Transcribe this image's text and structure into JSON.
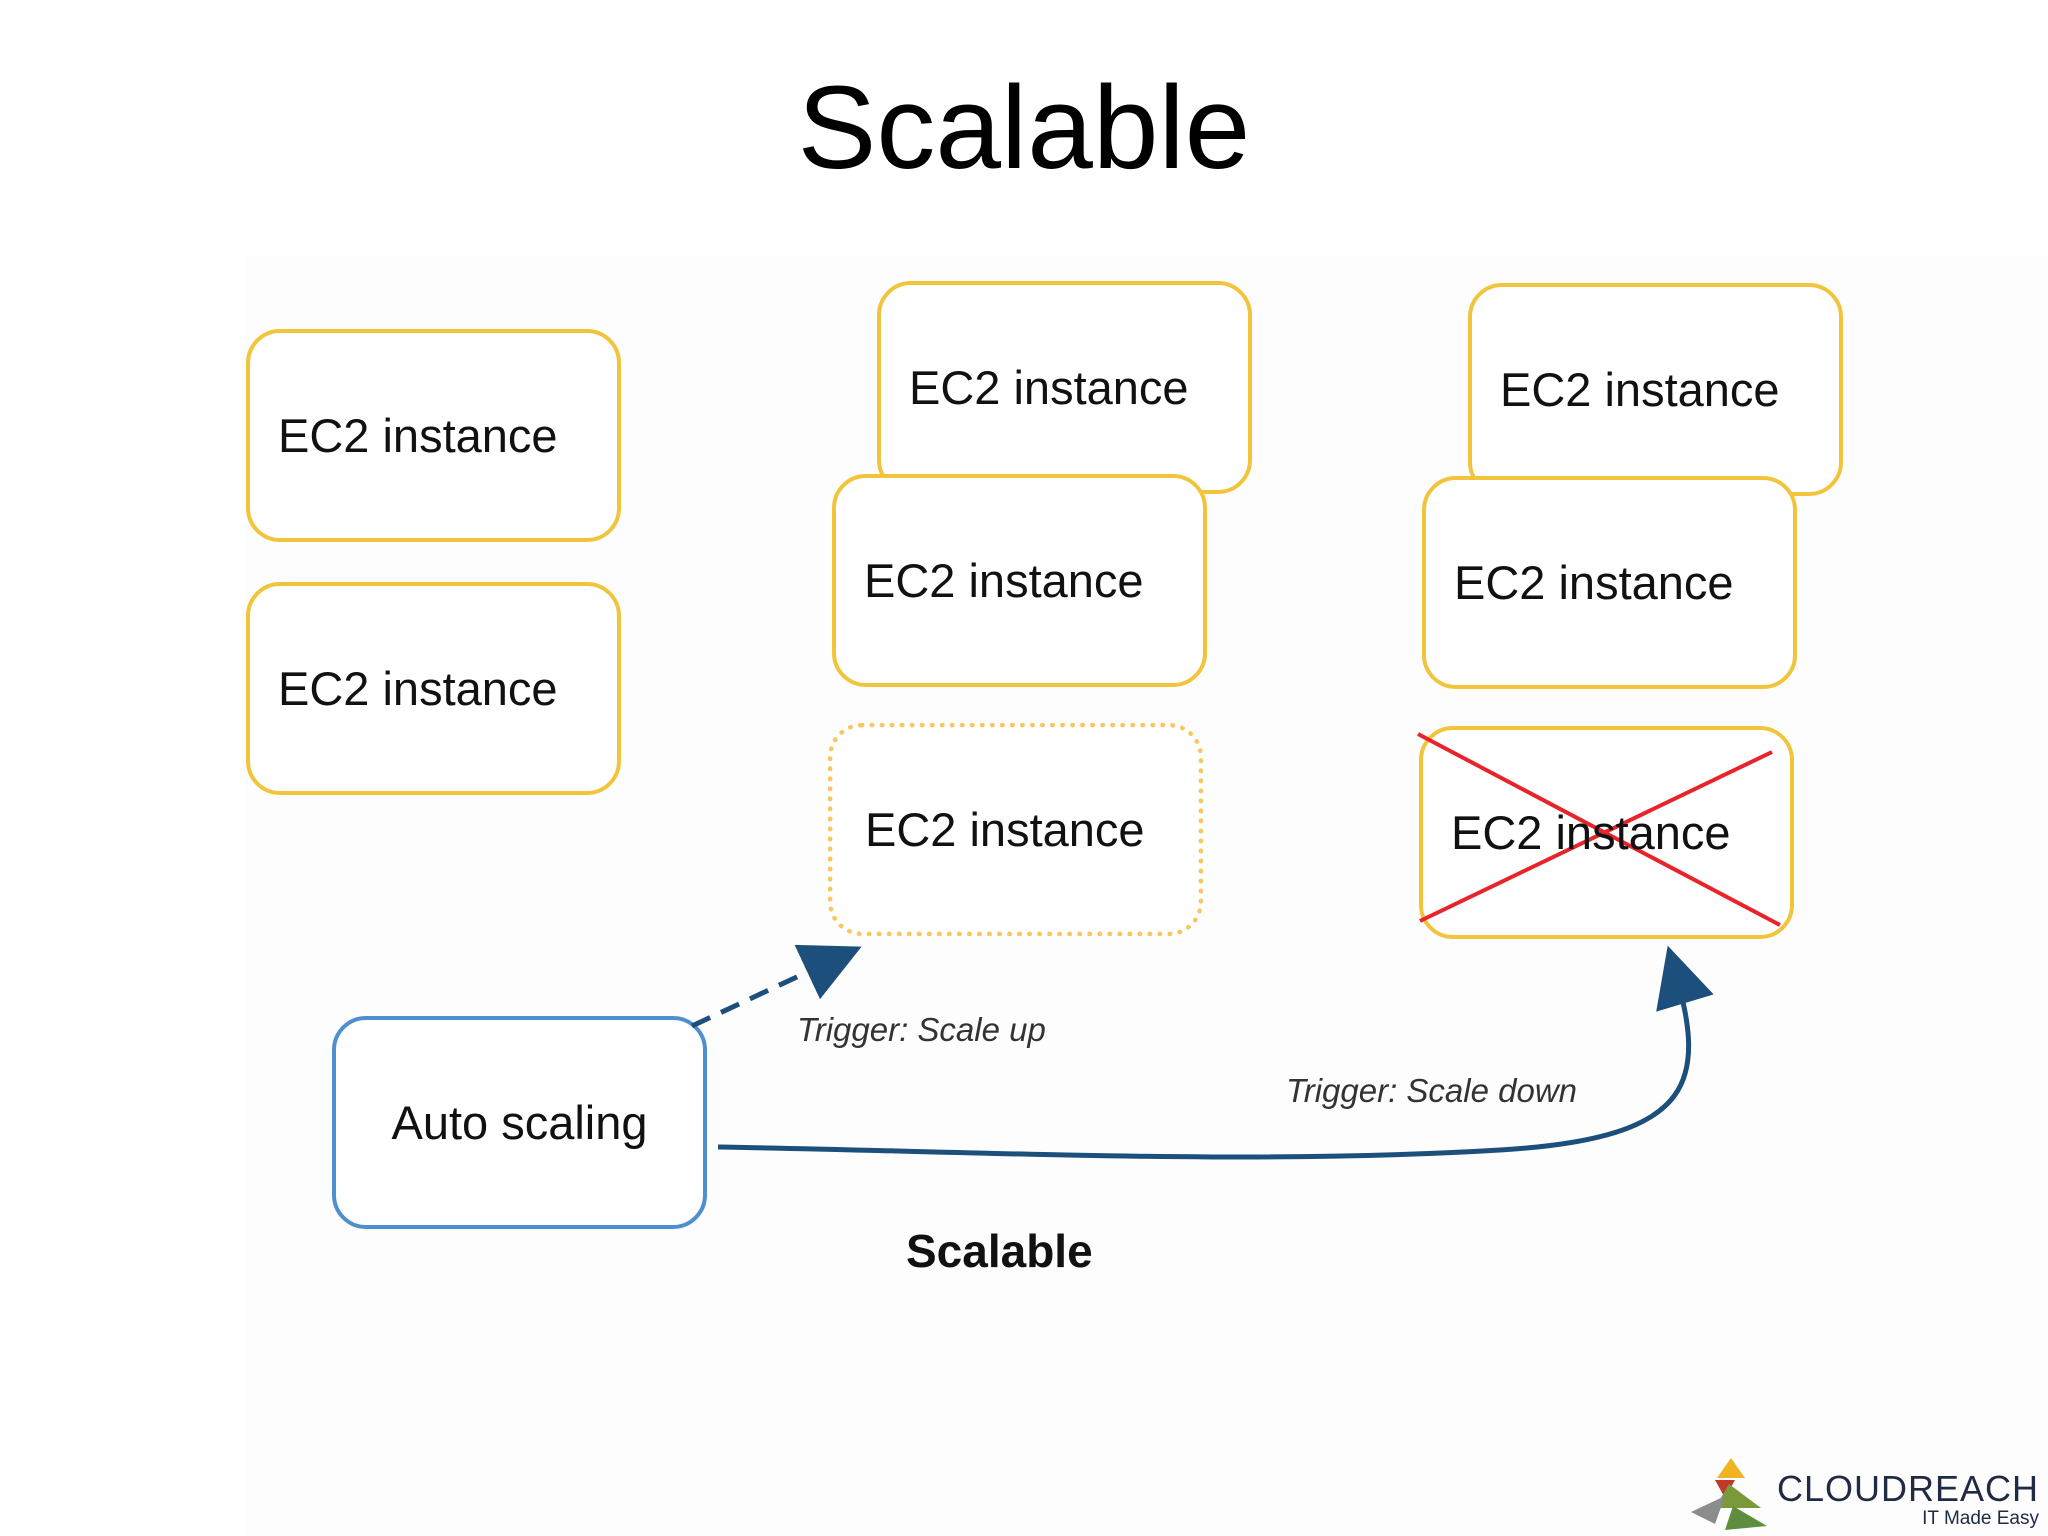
{
  "title": "Scalable",
  "instance_label": "EC2 instance",
  "autoscaling": {
    "label": "Auto scaling"
  },
  "triggers": {
    "scale_up": "Trigger: Scale up",
    "scale_down": "Trigger: Scale down"
  },
  "caption": "Scalable",
  "colors": {
    "instance_border": "#f2c43c",
    "autoscaling_border": "#4e8fd0",
    "arrow": "#1d4f7c",
    "cross": "#e8232a"
  },
  "logo": {
    "name": "CLOUDREACH",
    "tagline": "IT Made Easy"
  }
}
